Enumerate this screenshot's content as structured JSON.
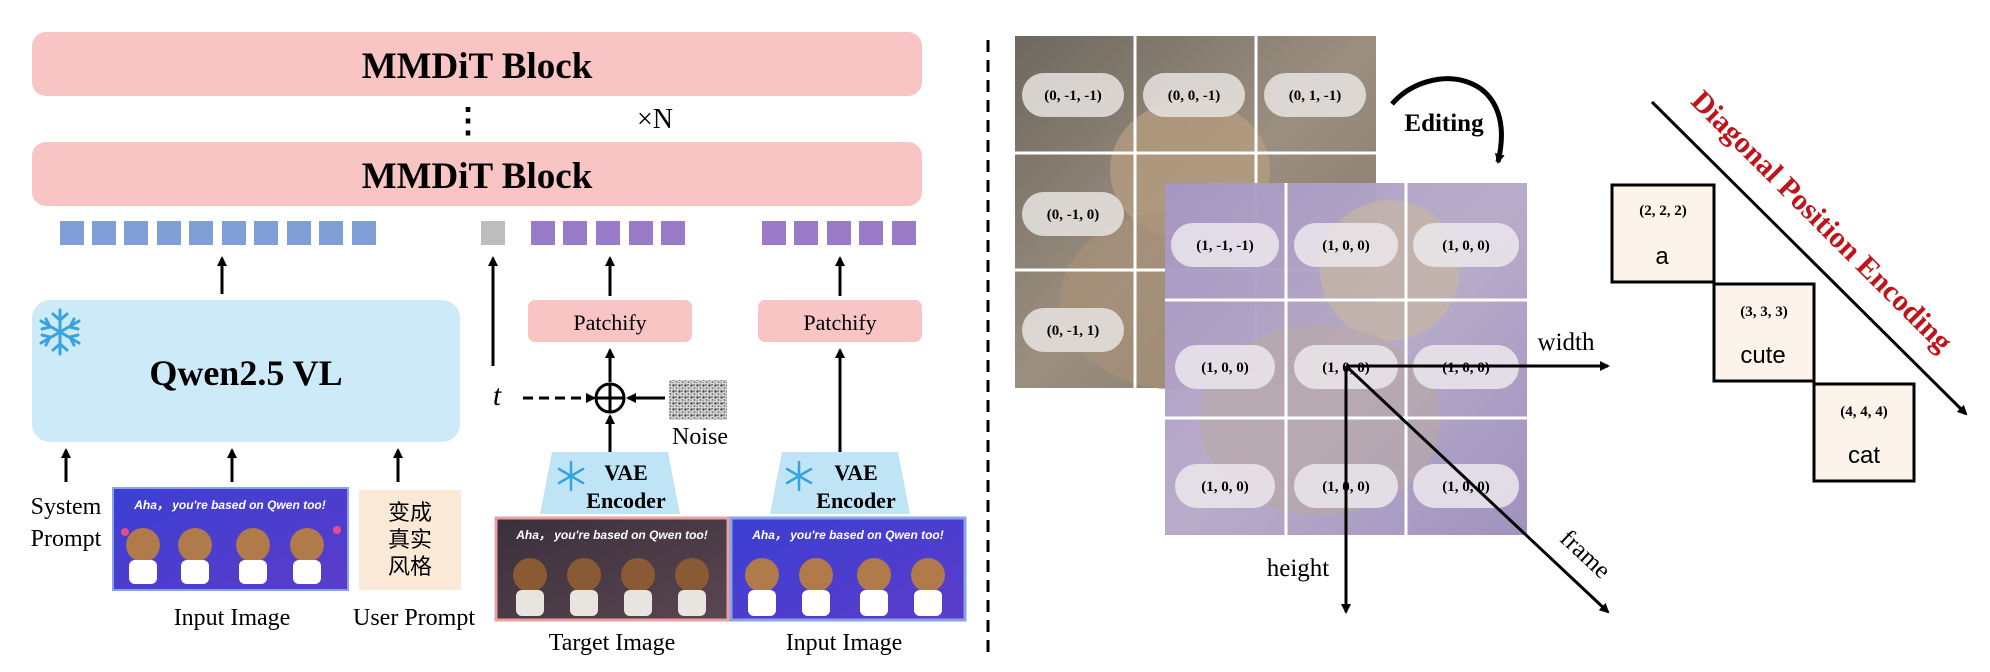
{
  "left": {
    "mmdit_top": "MMDiT Block",
    "mmdit_bottom": "MMDiT Block",
    "repeat_dots": "⋮",
    "repeat_label": "×N",
    "vlm_label": "Qwen2.5 VL",
    "system_prompt_line1": "System",
    "system_prompt_line2": "Prompt",
    "input_image_label_1": "Input Image",
    "user_prompt_label": "User Prompt",
    "user_prompt_text": [
      "变成",
      "真实",
      "风格"
    ],
    "t_label": "t",
    "noise_label": "Noise",
    "patchify_1": "Patchify",
    "patchify_2": "Patchify",
    "vae_1_line1": "VAE",
    "vae_1_line2": "Encoder",
    "vae_2_line1": "VAE",
    "vae_2_line2": "Encoder",
    "target_image_label": "Target Image",
    "input_image_label_2": "Input Image",
    "thumb_caption_1": "Aha，  you're based on Qwen too!",
    "thumb_caption_2": "Aha，  you're based on Qwen too!",
    "thumb_caption_3": "Aha，  you're based on Qwen too!"
  },
  "right": {
    "editing_label": "Editing",
    "width_label": "width",
    "height_label": "height",
    "frame_label": "frame",
    "back_grid_labels": [
      "(0, -1, -1)",
      "(0, 0, -1)",
      "(0, 1, -1)",
      "(0, -1, 0)",
      "(0, -1, 1)"
    ],
    "front_grid_labels": [
      "(1, -1, -1)",
      "(1, 0, 0)",
      "(1, 0, 0)",
      "(1, 0, 0)",
      "(1, 0, 0)",
      "(1, 0, 0)",
      "(1, 0, 0)",
      "(1, 0, 0)",
      "(1, 0, 0)"
    ],
    "diag_title": "Diagonal Position Encoding",
    "diag_boxes": [
      {
        "pos": "(2, 2, 2)",
        "word": "a"
      },
      {
        "pos": "(3, 3, 3)",
        "word": "cute"
      },
      {
        "pos": "(4, 4, 4)",
        "word": "cat"
      }
    ]
  },
  "colors": {
    "mmdit_fill": "#f8c4c4",
    "vlm_fill": "#cdeaf8",
    "token_blue": "#7f9fd6",
    "token_purple": "#9a7bc8",
    "token_gray": "#bdbdbd",
    "vae_fill": "#bfe4f6",
    "diag_title": "#c0141a"
  }
}
